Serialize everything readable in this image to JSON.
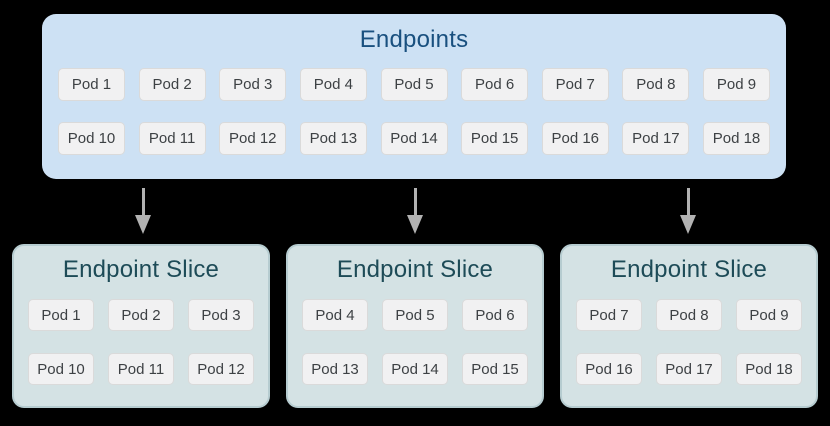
{
  "colors": {
    "background": "#000000",
    "endpoints_box": "#cde1f4",
    "endpoints_title": "#19507f",
    "slice_box": "#d4e2e4",
    "slice_title": "#1d4b57",
    "pod_box": "#f1f1f2",
    "pod_border": "#dadada",
    "pod_text": "#3d4144",
    "arrow": "#b2b2b2"
  },
  "endpoints": {
    "title": "Endpoints",
    "rows": [
      [
        "Pod 1",
        "Pod 2",
        "Pod 3",
        "Pod 4",
        "Pod 5",
        "Pod 6",
        "Pod 7",
        "Pod 8",
        "Pod 9"
      ],
      [
        "Pod 10",
        "Pod 11",
        "Pod 12",
        "Pod 13",
        "Pod 14",
        "Pod 15",
        "Pod 16",
        "Pod 17",
        "Pod 18"
      ]
    ]
  },
  "slices": [
    {
      "title": "Endpoint Slice",
      "rows": [
        [
          "Pod 1",
          "Pod 2",
          "Pod 3"
        ],
        [
          "Pod 10",
          "Pod 11",
          "Pod 12"
        ]
      ]
    },
    {
      "title": "Endpoint Slice",
      "rows": [
        [
          "Pod 4",
          "Pod 5",
          "Pod 6"
        ],
        [
          "Pod 13",
          "Pod 14",
          "Pod 15"
        ]
      ]
    },
    {
      "title": "Endpoint Slice",
      "rows": [
        [
          "Pod 7",
          "Pod 8",
          "Pod 9"
        ],
        [
          "Pod 16",
          "Pod 17",
          "Pod 18"
        ]
      ]
    }
  ]
}
